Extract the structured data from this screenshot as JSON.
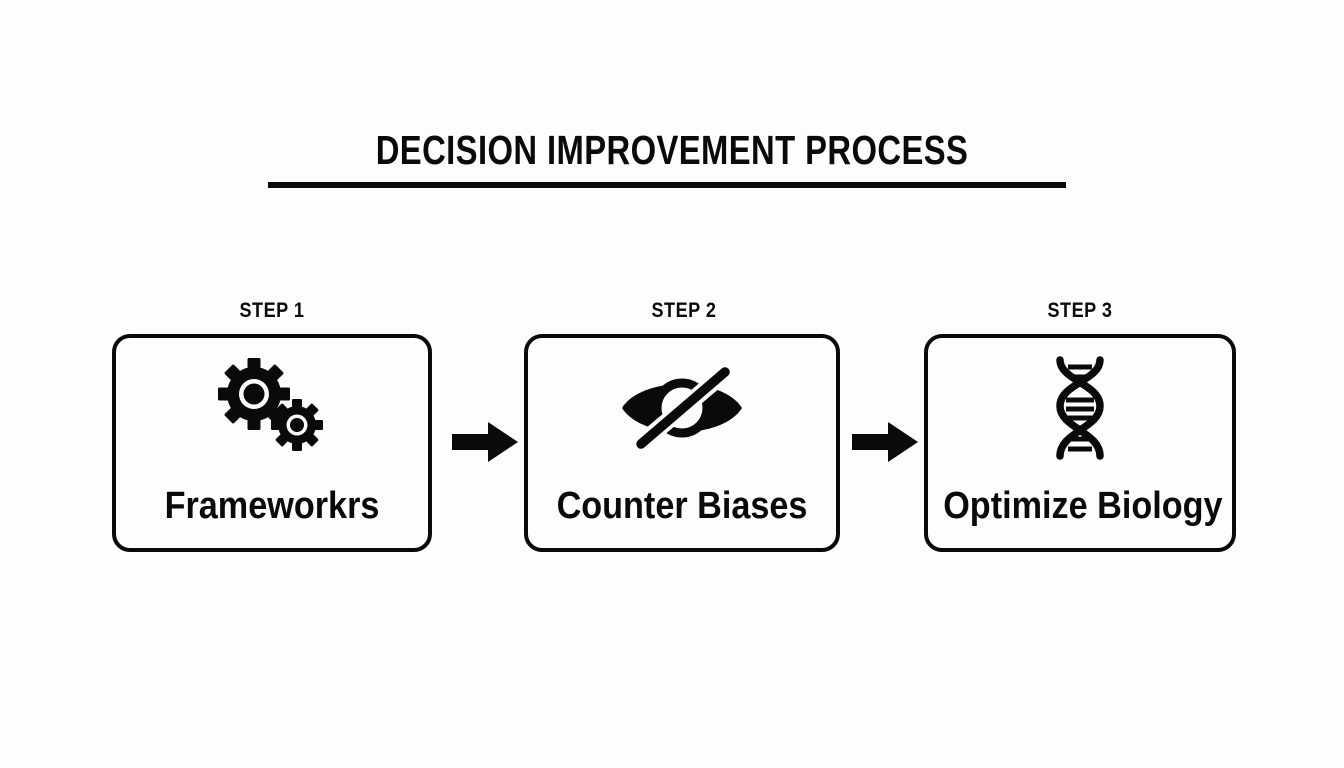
{
  "header": {
    "title": "DECISION IMPROVEMENT PROCESS"
  },
  "theme": {
    "background": "#fdfdfc",
    "ink": "#0a0a0a"
  },
  "diagram": {
    "type": "horizontal-process-flow",
    "step_count": 3,
    "connector": "solid-block-arrow",
    "steps": [
      {
        "step_label": "STEP 1",
        "title": "Frameworkrs",
        "icon": "gears-icon"
      },
      {
        "step_label": "STEP 2",
        "title": "Counter Biases",
        "icon": "eye-off-icon"
      },
      {
        "step_label": "STEP 3",
        "title": "Optimize Biology",
        "icon": "dna-helix-icon"
      }
    ],
    "arrows": [
      {
        "name": "arrow-step1-to-step2"
      },
      {
        "name": "arrow-step2-to-step3"
      }
    ]
  }
}
